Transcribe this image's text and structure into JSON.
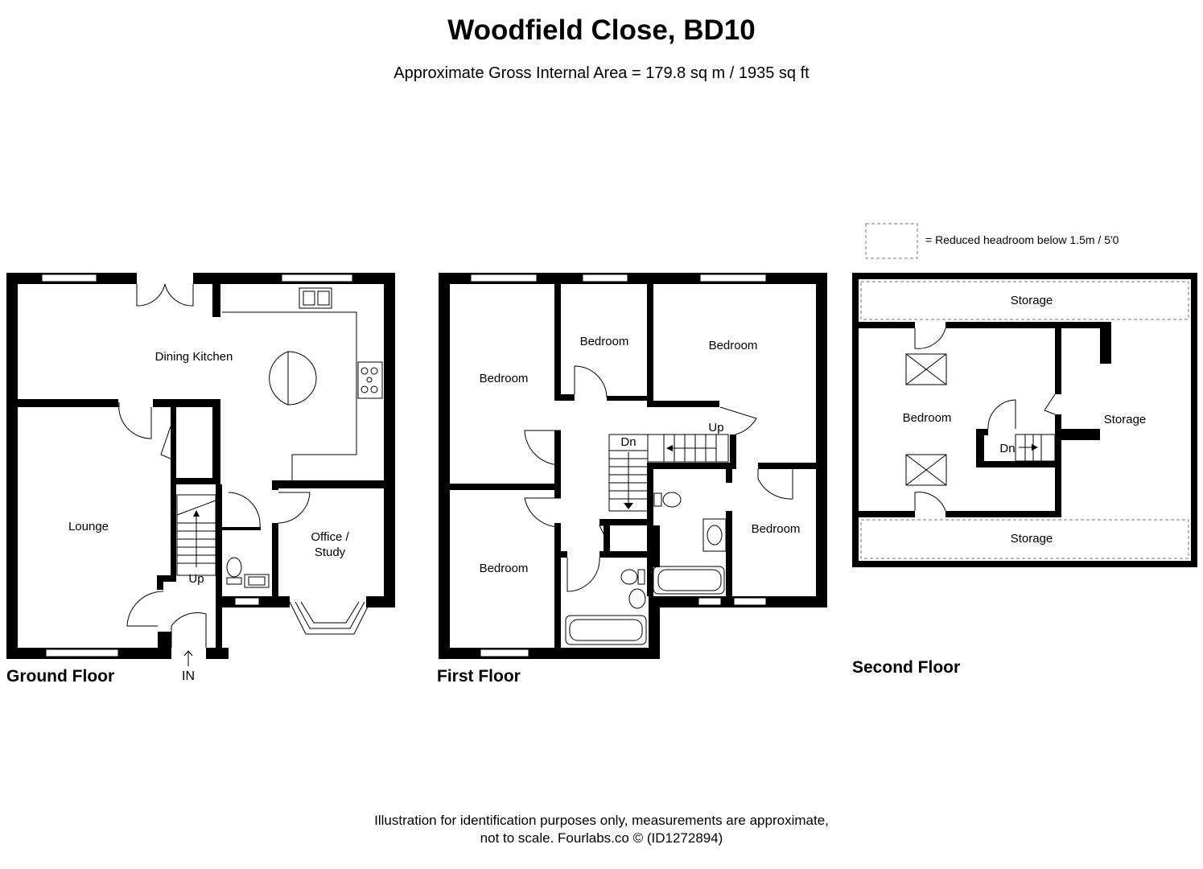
{
  "header": {
    "title": "Woodfield Close, BD10",
    "area": "Approximate Gross Internal Area = 179.8 sq m / 1935 sq ft"
  },
  "legend": {
    "text": "= Reduced headroom below 1.5m / 5'0"
  },
  "floors": {
    "ground": {
      "name": "Ground Floor",
      "rooms": {
        "dining_kitchen": "Dining Kitchen",
        "lounge": "Lounge",
        "office_line1": "Office /",
        "office_line2": "Study"
      },
      "up": "Up",
      "entrance": "IN"
    },
    "first": {
      "name": "First Floor",
      "rooms": {
        "bedroom_1": "Bedroom",
        "bedroom_2": "Bedroom",
        "bedroom_3": "Bedroom",
        "bedroom_4": "Bedroom",
        "bedroom_5": "Bedroom"
      },
      "dn": "Dn",
      "up": "Up"
    },
    "second": {
      "name": "Second Floor",
      "rooms": {
        "storage_top": "Storage",
        "bedroom": "Bedroom",
        "storage_right": "Storage",
        "storage_bottom": "Storage"
      },
      "dn": "Dn"
    }
  },
  "disclaimer": {
    "line1": "Illustration for identification purposes only, measurements are approximate,",
    "line2": "not to scale. Fourlabs.co © (ID1272894)"
  }
}
